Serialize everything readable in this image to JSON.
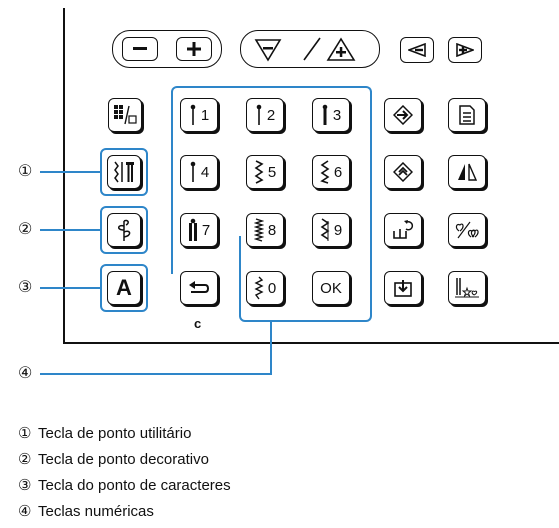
{
  "keys": {
    "n1": "1",
    "n2": "2",
    "n3": "3",
    "n4": "4",
    "n5": "5",
    "n6": "6",
    "n7": "7",
    "n8": "8",
    "n9": "9",
    "n0": "0",
    "ok": "OK",
    "char": "A",
    "back_caption": "c"
  },
  "callouts": {
    "c1": "①",
    "c2": "②",
    "c3": "③",
    "c4": "④"
  },
  "legend": [
    {
      "mark": "①",
      "text": "Tecla de ponto utilitário"
    },
    {
      "mark": "②",
      "text": "Tecla de ponto decorativo"
    },
    {
      "mark": "③",
      "text": "Tecla do ponto de caracteres"
    },
    {
      "mark": "④",
      "text": "Teclas numéricas"
    }
  ],
  "colors": {
    "highlight": "#2e86c9",
    "ink": "#111111"
  }
}
